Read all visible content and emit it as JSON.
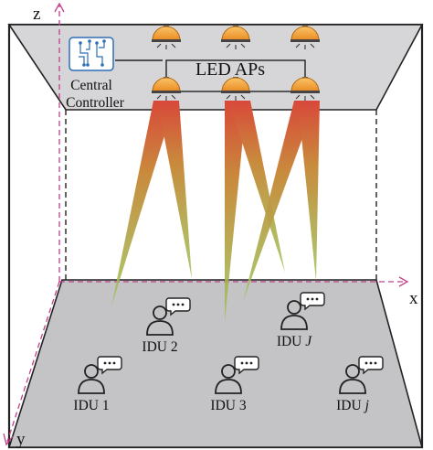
{
  "controller": {
    "line1": "Central",
    "line2": "Controller"
  },
  "aps_label": "LED APs",
  "axes": {
    "x": "x",
    "y": "y",
    "z": "z"
  },
  "users": [
    {
      "name": "IDU 1",
      "italic": ""
    },
    {
      "name": "IDU 2",
      "italic": ""
    },
    {
      "name": "IDU 3",
      "italic": ""
    },
    {
      "name": "IDU ",
      "italic": "J"
    },
    {
      "name": "IDU ",
      "italic": "j"
    }
  ],
  "colors": {
    "ceiling": "#d6d6d8",
    "floor": "#c4c4c6",
    "lamp": "#f5a23a",
    "beam_top": "#d8483a",
    "beam_bottom": "#9cc35a",
    "axis": "#c0408a",
    "controller": "#2e6fb5"
  }
}
